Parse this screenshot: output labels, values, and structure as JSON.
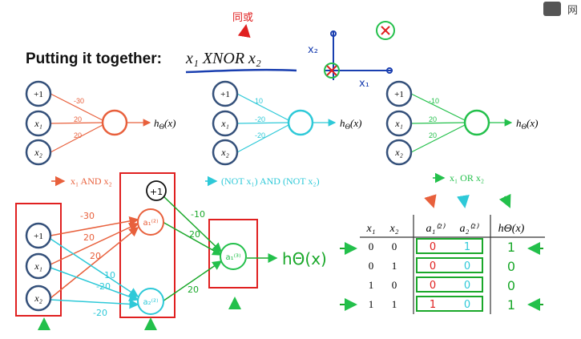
{
  "header": {
    "title_prefix": "Putting it together:",
    "title_expr": "x₁ XNOR x₂",
    "annotation_cn": "同或",
    "corner_badge": "网"
  },
  "inputs": {
    "bias": "+1",
    "x1": "x₁",
    "x2": "x₂"
  },
  "net_and": {
    "weights": [
      "-30",
      "20",
      "20"
    ],
    "output": "h",
    "output_sub": "Θ",
    "output_arg": "(x)",
    "caption": "x₁ AND x₂"
  },
  "net_nor": {
    "weights": [
      "10",
      "-20",
      "-20"
    ],
    "output": "h",
    "output_sub": "Θ",
    "output_arg": "(x)",
    "caption": "(NOT x₁) AND (NOT x₂)"
  },
  "net_or": {
    "weights": [
      "-10",
      "20",
      "20"
    ],
    "output": "h",
    "output_sub": "Θ",
    "output_arg": "(x)",
    "caption": "x₁ OR x₂"
  },
  "combined": {
    "bias_hidden": "+1",
    "hidden1": "a₁⁽²⁾",
    "hidden2": "a₂⁽²⁾",
    "out_node": "a₁⁽³⁾",
    "w_a1": [
      "-30",
      "20",
      "20"
    ],
    "w_a2": [
      "10",
      "-20",
      "-20"
    ],
    "w_out": [
      "-10",
      "20",
      "20"
    ],
    "output_label": "hΘ(x)"
  },
  "plot": {
    "x_axis": "x₁",
    "y_axis": "x₂"
  },
  "truth_table": {
    "headers": [
      "x₁",
      "x₂",
      "a₁⁽²⁾",
      "a₂⁽²⁾",
      "hΘ(x)"
    ],
    "rows": [
      [
        "0",
        "0",
        "0",
        "1",
        "1"
      ],
      [
        "0",
        "1",
        "0",
        "0",
        "0"
      ],
      [
        "1",
        "0",
        "0",
        "0",
        "0"
      ],
      [
        "1",
        "1",
        "1",
        "0",
        "1"
      ]
    ]
  },
  "colors": {
    "node": "#34507a",
    "and_color": "#e8603c",
    "nor_color": "#2ec9d8",
    "or_color": "#23c04b",
    "box_red": "#e02020",
    "ink_blue": "#1a3fb0",
    "ink_green": "#1aa82a"
  }
}
